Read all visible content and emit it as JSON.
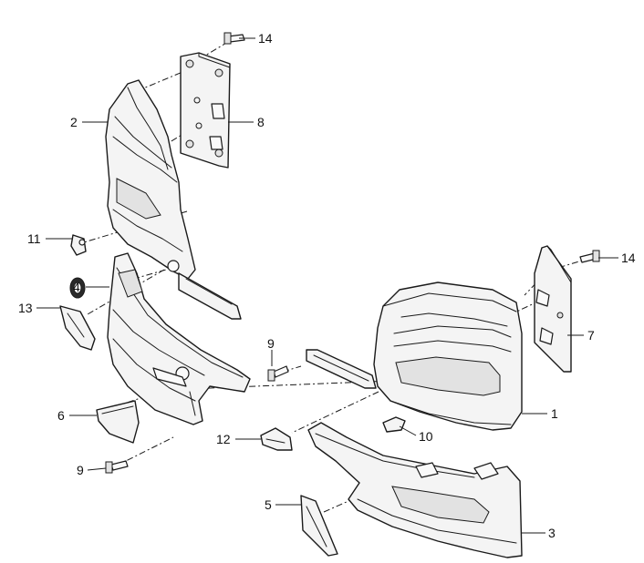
{
  "callouts": {
    "c1": "1",
    "c2": "2",
    "c3": "3",
    "c4": "4",
    "c5": "5",
    "c6": "6",
    "c7": "7",
    "c8": "8",
    "c9a": "9",
    "c9b": "9",
    "c10": "10",
    "c11": "11",
    "c12": "12",
    "c13": "13",
    "c14a": "14",
    "c14b": "14"
  },
  "colors": {
    "line": "#1a1a1a",
    "fill": "#f4f4f4",
    "background": "#ffffff"
  }
}
